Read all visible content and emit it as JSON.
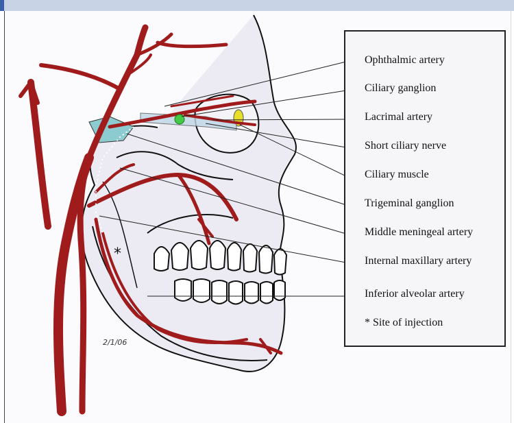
{
  "legend": {
    "items": [
      "Ophthalmic artery",
      "Ciliary ganglion",
      "Lacrimal artery",
      "Short ciliary nerve",
      "Ciliary muscle",
      "Trigeminal ganglion",
      "Middle meningeal artery",
      "Internal maxillary artery",
      "Inferior alveolar artery",
      "* Site of injection"
    ]
  },
  "signature_text": "2/1/06",
  "injection_marker": "*",
  "colors": {
    "artery": "#a01c1c",
    "skull_fill": "#ecebf3",
    "ganglion_green": "#43c943",
    "muscle_yellow": "#e8de2c",
    "trigeminal_teal": "#8ccbcf",
    "frame_blue": "#c9d3e6",
    "accent_blue": "#3d5fa8"
  }
}
